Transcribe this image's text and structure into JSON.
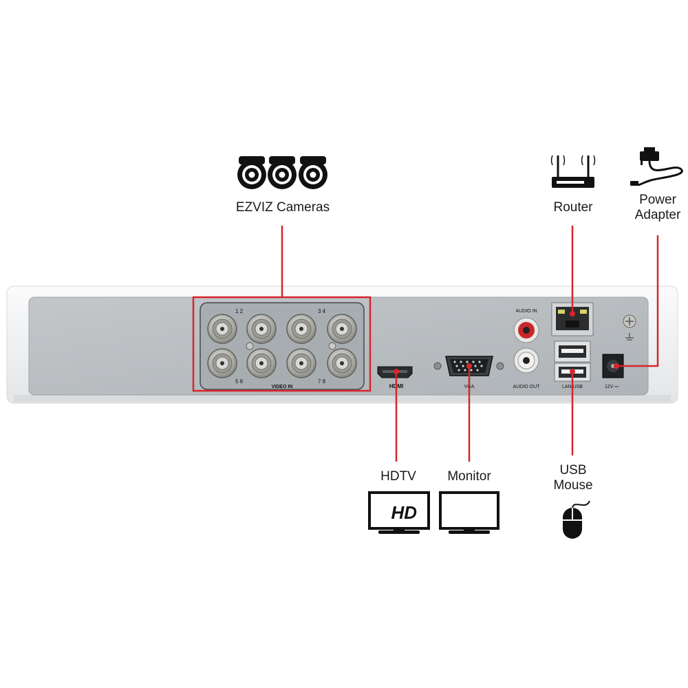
{
  "callouts": {
    "cameras": "EZVIZ Cameras",
    "router": "Router",
    "power_line1": "Power",
    "power_line2": "Adapter",
    "hdtv": "HDTV",
    "monitor": "Monitor",
    "usb_line1": "USB",
    "usb_line2": "Mouse"
  },
  "panel_labels": {
    "video_in": "VIDEO IN",
    "ch12": "1 2",
    "ch34": "3 4",
    "ch56": "5 6",
    "ch78": "7 8",
    "hdmi": "HDMI",
    "vga": "VGA",
    "audio_in": "AUDIO IN",
    "audio_out": "AUDIO OUT",
    "lan_usb": "LAN USB",
    "power_in": "12V ⎓"
  },
  "tv_badge": "HD",
  "colors": {
    "callout_red": "#d6262a",
    "panel_gray": "#b7bcc0",
    "chassis_white": "#f3f4f5"
  },
  "icons": [
    "camera-icon",
    "router-icon",
    "power-adapter-icon",
    "hdtv-icon",
    "monitor-icon",
    "mouse-icon"
  ]
}
